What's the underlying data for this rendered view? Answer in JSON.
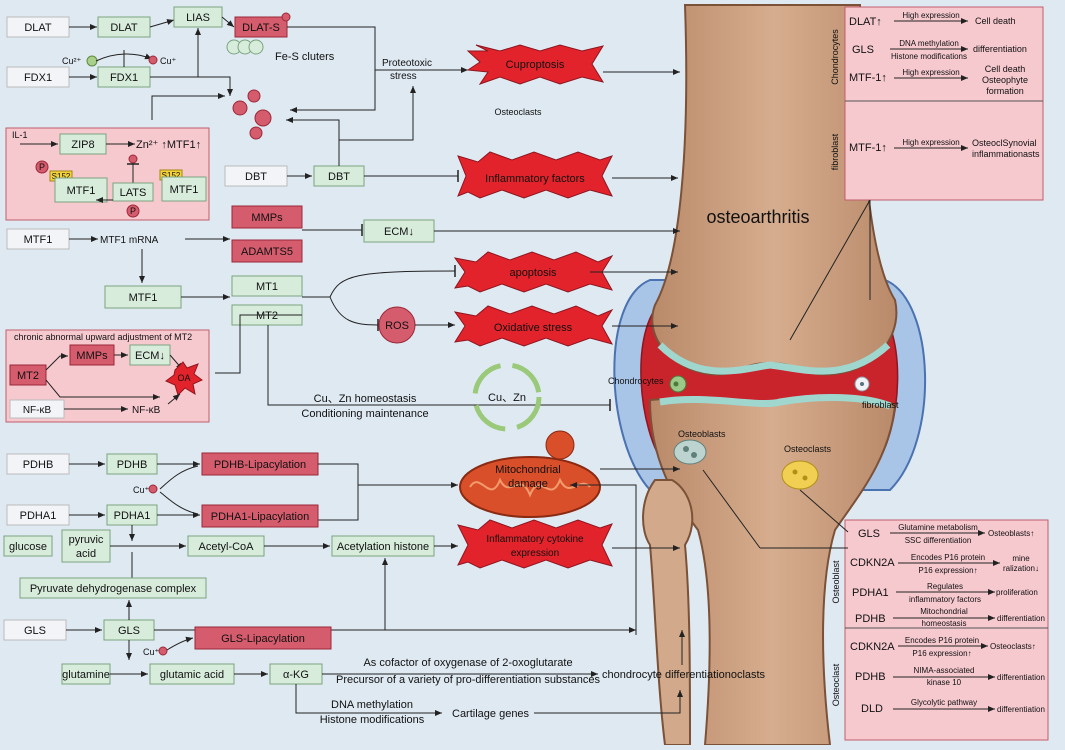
{
  "colors": {
    "background": "#dfe9f2",
    "green_box": "#d8ecdc",
    "red_box": "#d45c6d",
    "pink_panel": "#f6c9cf",
    "star": "#e3232b",
    "bone": "#c89a7a",
    "cartilage": "#9fd7cf",
    "synovium": "#c9232b"
  },
  "genes": {
    "dlat": "DLAT",
    "fdx1": "FDX1",
    "dbt": "DBT",
    "mtf1": "MTF1",
    "pdhb": "PDHB",
    "pdha1": "PDHA1",
    "gls": "GLS"
  },
  "copper": {
    "dlat": "DLAT",
    "lias": "LIAS",
    "dlat_s": "DLAT-S",
    "fdx1": "FDX1",
    "cu2": "Cu²⁺",
    "cu1": "Cu⁺",
    "fes": "Fe-S cluters",
    "proteotoxic": "Proteotoxic",
    "stress": "stress",
    "cuproptosis": "Cuproptosis",
    "osteoclasts": "Osteoclasts",
    "dbt": "DBT",
    "inflammatory": "Inflammatory factors"
  },
  "zinc_panel": {
    "il1": "IL-1",
    "zip8": "ZIP8",
    "zn": "Zn²⁺ ↑MTF1↑",
    "p": "P",
    "s152": "S152",
    "mtf1": "MTF1",
    "lats": "LATS"
  },
  "mtf1_path": {
    "mrna": "MTF1 mRNA",
    "mmps": "MMPs",
    "adamts5": "ADAMTS5",
    "ecm": "ECM↓",
    "mtf1": "MTF1",
    "mt1": "MT1",
    "mt2": "MT2",
    "apoptosis": "apoptosis",
    "ros": "ROS",
    "oxidative": "Oxidative stress",
    "homeostasis1": "Cu、Zn homeostasis",
    "homeostasis2": "Conditioning maintenance",
    "cycle": "Cu、Zn"
  },
  "mt2_panel": {
    "title": "chronic abnormal upward adjustment of MT2",
    "mt2": "MT2",
    "mmps": "MMPs",
    "ecm": "ECM↓",
    "oa": "OA",
    "nfkb": "NF-κB"
  },
  "metabolism": {
    "pdhb": "PDHB",
    "pdhb_lip": "PDHB-Lipacylation",
    "cu": "Cu⁺",
    "pdha1": "PDHA1",
    "pdha1_lip": "PDHA1-Lipacylation",
    "mito1": "Mitochondrial",
    "mito2": "damage",
    "glucose": "glucose",
    "pyruvic1": "pyruvic",
    "pyruvic2": "acid",
    "acetyl": "Acetyl-CoA",
    "acet_hist": "Acetylation histone",
    "infl_cyto1": "Inflammatory cytokine",
    "infl_cyto2": "expression",
    "pdc": "Pyruvate dehydrogenase complex",
    "gls": "GLS",
    "gls_lip": "GLS-Lipacylation",
    "glutamine": "glutamine",
    "glutamic": "glutamic acid",
    "akg": "α-KG",
    "cofactor": "As cofactor of oxygenase of 2-oxoglutarate",
    "precursor": "Precursor of a variety of pro-differentiation substances",
    "chondro_diff": "chondrocyte differentiationoclasts",
    "dna_meth": "DNA methylation",
    "histone": "Histone modifications",
    "cartilage": "Cartilage genes"
  },
  "joint": {
    "title": "osteoarthritis",
    "chondrocytes": "Chondrocytes",
    "fibroblast": "fibroblast",
    "osteoblasts": "Osteoblasts",
    "osteoclasts": "Osteoclasts"
  },
  "right_top": {
    "chondro_label": "Chondrocytes",
    "fibro_label": "fibroblast",
    "rows": [
      {
        "gene": "DLAT↑",
        "arrow": "High expression",
        "result": "Cell death"
      },
      {
        "gene": "GLS",
        "arrow": "DNA methylation",
        "arrow2": "Histone modifications",
        "result": "differentiation"
      },
      {
        "gene": "MTF-1↑",
        "arrow": "High expression",
        "result": "Cell death",
        "result2": "Osteophyte",
        "result3": "formation"
      },
      {
        "gene": "MTF-1↑",
        "arrow": "High expression",
        "result": "OsteoclSynovial",
        "result2": "inflammationasts"
      }
    ]
  },
  "right_bottom": {
    "osteoblast_label": "Osteoblast",
    "osteoclast_label": "Osteoclast",
    "rows": [
      {
        "gene": "GLS",
        "arrow": "Glutamine metabolism",
        "arrow2": "SSC differentiation",
        "result": "Osteoblasts↑"
      },
      {
        "gene": "CDKN2A",
        "arrow": "Encodes P16 protein",
        "arrow2": "P16 expression↑",
        "result": "mine",
        "result2": "ralization↓"
      },
      {
        "gene": "PDHA1",
        "arrow": "Regulates",
        "arrow2": "inflammatory factors",
        "result": "proliferation"
      },
      {
        "gene": "PDHB",
        "arrow": "Mitochondrial",
        "arrow2": "homeostasis",
        "result": "differentiation"
      },
      {
        "gene": "CDKN2A",
        "arrow": "Encodes P16 protein",
        "arrow2": "P16 expression↑",
        "result": "Osteoclasts↑"
      },
      {
        "gene": "PDHB",
        "arrow": "NIMA-associated",
        "arrow2": "kinase 10",
        "result": "differentiation"
      },
      {
        "gene": "DLD",
        "arrow": "Glycolytic pathway",
        "result": "differentiation"
      }
    ]
  }
}
